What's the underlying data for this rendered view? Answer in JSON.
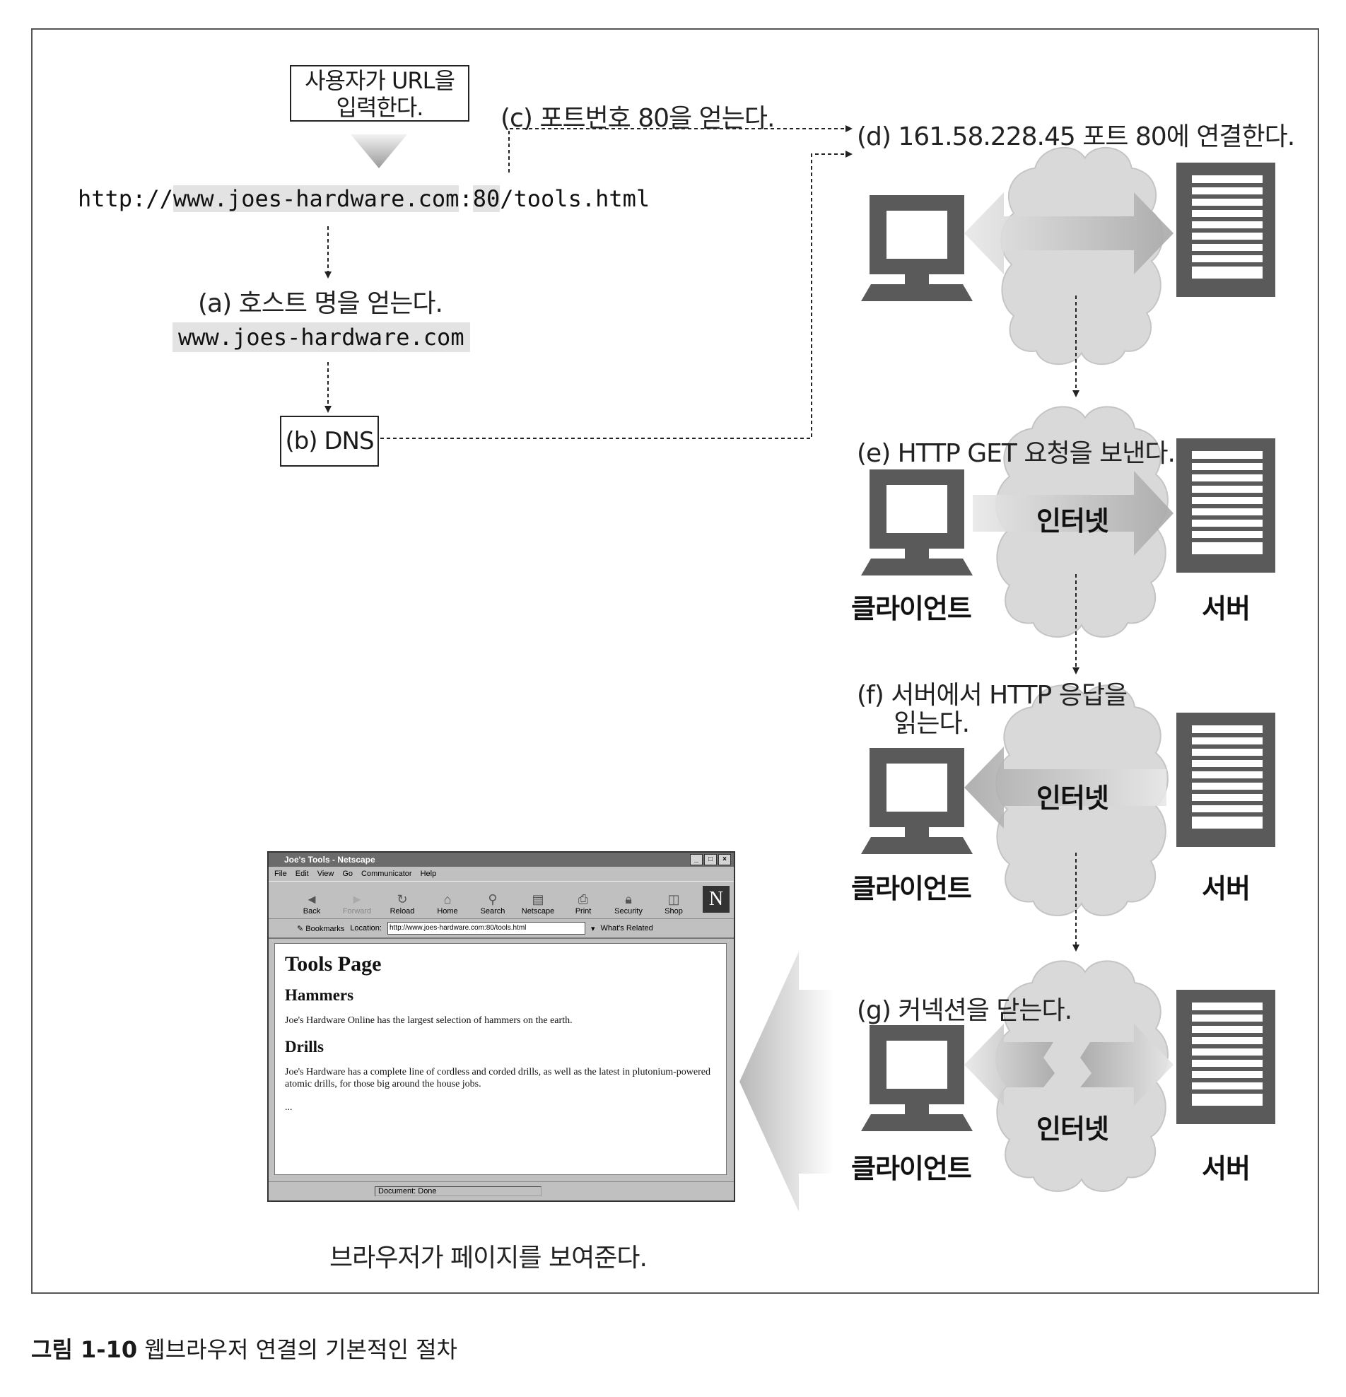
{
  "figure": {
    "caption_label": "그림 1-10",
    "caption_text": " 웹브라우저 연결의 기본적인 절차"
  },
  "steps": {
    "user_enters_url": "사용자가 URL을\n입력한다.",
    "url": {
      "prefix": "http://",
      "host": "www.joes-hardware.com",
      "colon": ":",
      "port": "80",
      "path": "/tools.html"
    },
    "a": "(a) 호스트 명을 얻는다.",
    "hostname": "www.joes-hardware.com",
    "b": "(b) DNS",
    "c": "(c) 포트번호 80을 얻는다.",
    "d": "(d) 161.58.228.45 포트 80에 연결한다.",
    "e": "(e) HTTP GET 요청을 보낸다.",
    "f": "(f) 서버에서 HTTP 응답을\n     읽는다.",
    "g": "(g) 커넥션을 닫는다.",
    "browser_shows": "브라우저가 페이지를 보여준다."
  },
  "labels": {
    "internet": "인터넷",
    "client": "클라이언트",
    "server": "서버"
  },
  "browser": {
    "title": "Joe's Tools - Netscape",
    "window_buttons": [
      "_",
      "□",
      "×"
    ],
    "menu": [
      "File",
      "Edit",
      "View",
      "Go",
      "Communicator",
      "Help"
    ],
    "toolbar": [
      {
        "label": "Back",
        "icon": "back-arrow-icon"
      },
      {
        "label": "Forward",
        "icon": "forward-arrow-icon"
      },
      {
        "label": "Reload",
        "icon": "reload-icon"
      },
      {
        "label": "Home",
        "icon": "home-icon"
      },
      {
        "label": "Search",
        "icon": "search-icon"
      },
      {
        "label": "Netscape",
        "icon": "netscape-icon"
      },
      {
        "label": "Print",
        "icon": "print-icon"
      },
      {
        "label": "Security",
        "icon": "lock-icon"
      },
      {
        "label": "Shop",
        "icon": "shop-icon"
      }
    ],
    "logo": "N",
    "bookmarks": "Bookmarks",
    "location_label": "Location:",
    "location_value": "http://www.joes-hardware.com:80/tools.html",
    "whats_related": "What's Related",
    "page": {
      "h1": "Tools Page",
      "h2_hammers": "Hammers",
      "p_hammers": "Joe's Hardware Online has the largest selection of hammers on the earth.",
      "h2_drills": "Drills",
      "p_drills": "Joe's Hardware has a complete line of cordless and corded drills, as well as the latest in plutonium-powered atomic drills, for those big around the house jobs.",
      "ellipsis": "..."
    },
    "status": "Document: Done"
  }
}
